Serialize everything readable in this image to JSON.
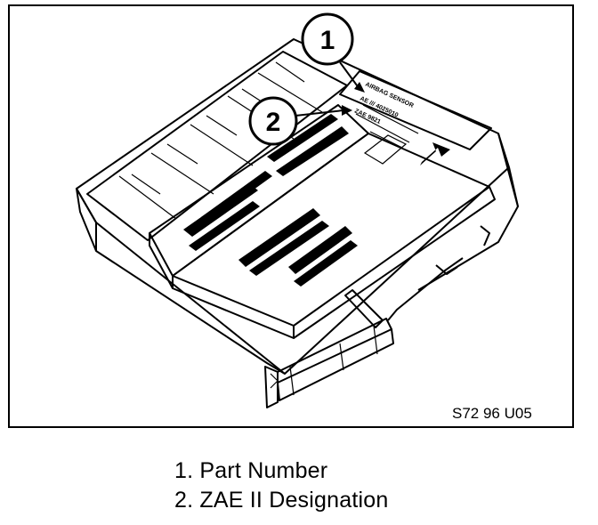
{
  "figure": {
    "figure_code": "S72 96 U05",
    "callouts": [
      {
        "number": "1"
      },
      {
        "number": "2"
      }
    ],
    "label_text": {
      "module_title": "AIRBAG SENSOR",
      "code_a": "AE  ///  4025010",
      "code_b": "ZAE  9821"
    }
  },
  "legend": [
    {
      "text": "1. Part Number"
    },
    {
      "text": "2. ZAE II Designation"
    }
  ]
}
